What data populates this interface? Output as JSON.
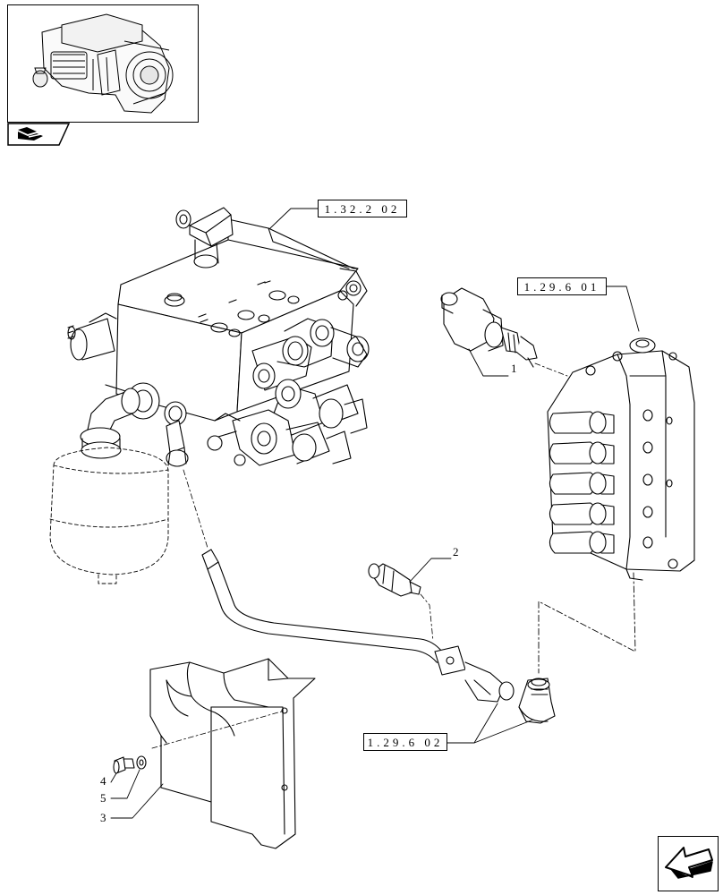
{
  "references": {
    "valve_block": "1.32.2 02",
    "manifold": "1.29.6 01",
    "pipe": "1.29.6 02"
  },
  "callouts": {
    "solenoid": "1",
    "sensor": "2",
    "guard": "3",
    "screw": "4",
    "washer": "5"
  },
  "icons": {
    "thumbnail": "transmission-thumbnail-icon",
    "section": "book-tab-icon",
    "next_page": "next-arrow-icon"
  },
  "colors": {
    "line": "#000000",
    "background": "#ffffff"
  }
}
